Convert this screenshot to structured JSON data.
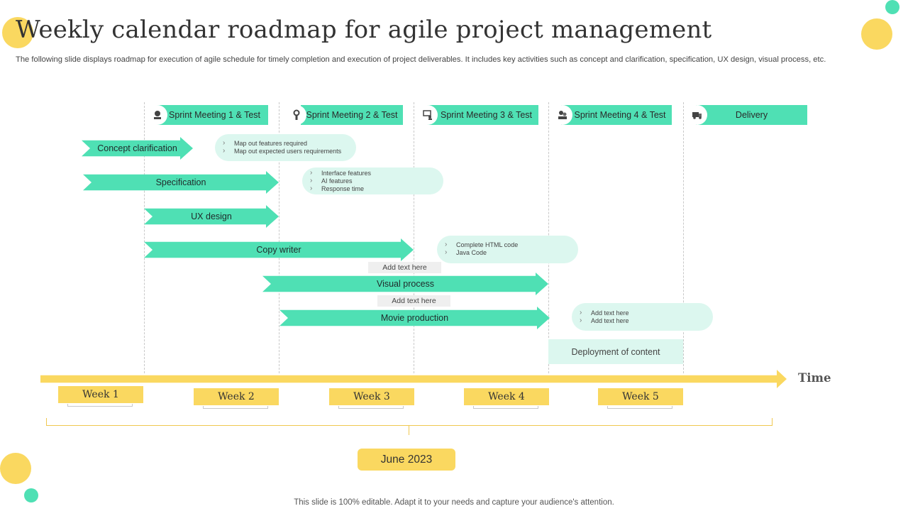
{
  "title": "Weekly calendar roadmap for agile project management",
  "subtitle": "The following slide displays roadmap for execution of agile schedule for timely completion and execution of project deliverables. It includes key activities such as concept and clarification, specification, UX design, visual process, etc.",
  "colors": {
    "teal": "#4fe0b4",
    "light_teal": "#dcf7ef",
    "yellow": "#fad860"
  },
  "sprints": [
    {
      "label": "Sprint Meeting 1 & Test",
      "icon": "meeting-icon"
    },
    {
      "label": "Sprint Meeting 2 & Test",
      "icon": "gear-person-icon"
    },
    {
      "label": "Sprint Meeting 3 & Test",
      "icon": "presenter-icon"
    },
    {
      "label": "Sprint Meeting 4 & Test",
      "icon": "team-icon"
    },
    {
      "label": "Delivery",
      "icon": "truck-icon"
    }
  ],
  "activities": [
    {
      "label": "Concept clarification"
    },
    {
      "label": "Specification"
    },
    {
      "label": "UX design"
    },
    {
      "label": "Copy writer"
    },
    {
      "label": "Visual process"
    },
    {
      "label": "Movie production"
    }
  ],
  "notes": [
    {
      "items": [
        "Map out features required",
        "Map out expected users requirements"
      ]
    },
    {
      "items": [
        "Interface features",
        "AI features",
        "Response time"
      ]
    },
    {
      "items": [
        "Complete HTML code",
        "Java Code"
      ]
    },
    {
      "items": [
        "Add text here",
        "Add text here"
      ]
    }
  ],
  "placeholders": [
    "Add text here",
    "Add text here"
  ],
  "deployment": "Deployment of content",
  "time_label": "Time",
  "weeks": [
    "Week 1",
    "Week 2",
    "Week 3",
    "Week 4",
    "Week 5"
  ],
  "month": "June 2023",
  "footer": "This slide is 100% editable. Adapt it to your needs and capture your audience's attention."
}
